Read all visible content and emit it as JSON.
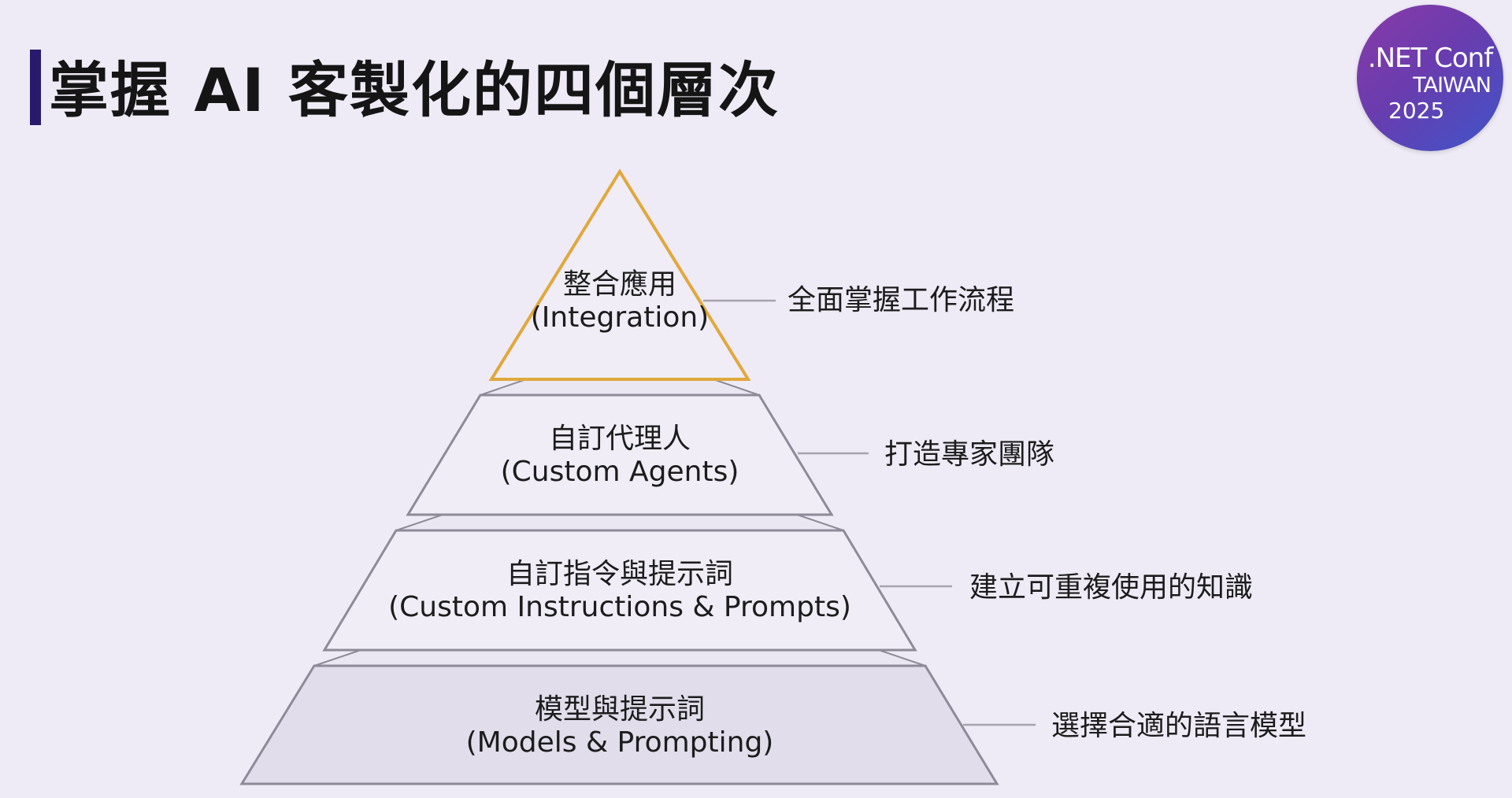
{
  "title": "掌握 AI 客製化的四個層次",
  "logo": {
    "line1": ".NET Conf",
    "line2": "TAIWAN",
    "line3": "2025"
  },
  "tiers": [
    {
      "name": "整合應用",
      "english": "(Integration)",
      "description": "全面掌握工作流程"
    },
    {
      "name": "自訂代理人",
      "english": "(Custom Agents)",
      "description": "打造專家團隊"
    },
    {
      "name": "自訂指令與提示詞",
      "english": "(Custom Instructions & Prompts)",
      "description": "建立可重複使用的知識"
    },
    {
      "name": "模型與提示詞",
      "english": "(Models & Prompting)",
      "description": "選擇合適的語言模型"
    }
  ],
  "colors": {
    "background": "#efebf6",
    "accent_bar": "#2a1a6e",
    "top_tier_outline": "#e0a83c",
    "tier_outline": "#8e8a98",
    "tier_fill": "#f0edf6",
    "bottom_tier_fill": "#e1ddeb",
    "connector": "#a6a3ad"
  }
}
